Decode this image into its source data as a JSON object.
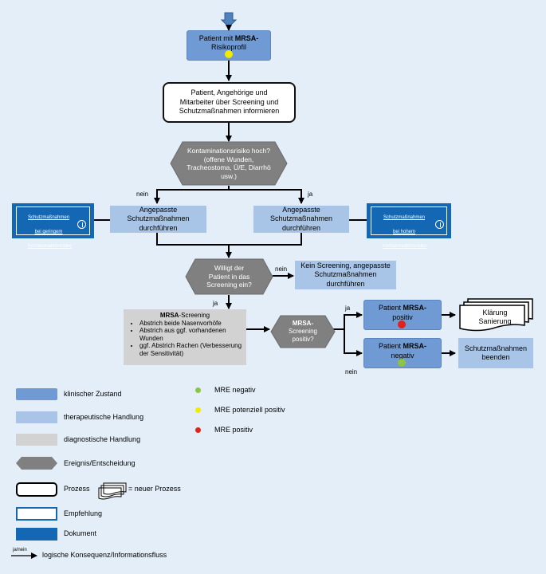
{
  "nodes": {
    "patient_risk": {
      "line1": "Patient mit ",
      "bold": "MRSA-",
      "line2": "Risikoprofil"
    },
    "inform": "Patient, Angehörige und Mitarbeiter über Screening und Schutzmaßnahmen informieren",
    "risk_decision": "Kontaminationsrisiko hoch? (offene Wunden, Tracheostoma, Ü/E, Diarrhö usw.)",
    "adapt_left": "Angepasste Schutzmaßnahmen durchführen",
    "adapt_right": "Angepasste Schutzmaßnahmen durchführen",
    "doc_left": "Schutzmaßnahmen bei geringem Kontaminationsrisiko",
    "doc_right": "Schutzmaßnahmen bei hohem Kontaminationsrisiko",
    "consent_decision": "Willigt der Patient in das Screening ein?",
    "no_screening": "Kein Screening, angepasste Schutzmaßnahmen durchführen",
    "screening": {
      "title_bold": "MRSA",
      "title_rest": "-Screening",
      "items": [
        "Abstrich beide Nasenvorhöfe",
        "Abstrich aus ggf. vorhandenen Wunden",
        "ggf. Abstrich Rachen (Verbesserung der Sensitivität)"
      ]
    },
    "screening_decision": {
      "bold": "MRSA-",
      "rest": "Screening positiv?"
    },
    "positive": {
      "line1": "Patient ",
      "bold": "MRSA-",
      "line2": "positiv"
    },
    "negative": {
      "line1": "Patient ",
      "bold": "MRSA-",
      "line2": "negativ"
    },
    "clarify": "Klärung Sanierung",
    "end_measures": "Schutzmaßnahmen beenden"
  },
  "edge_labels": {
    "risk_no": "nein",
    "risk_yes": "ja",
    "consent_no": "nein",
    "consent_yes": "ja",
    "screen_yes": "ja",
    "screen_no": "nein"
  },
  "legend": {
    "clinical": "klinischer Zustand",
    "therapeutic": "therapeutische Handlung",
    "diagnostic": "diagnostische Handlung",
    "event": "Ereignis/Entscheidung",
    "process": "Prozess",
    "new_process": "= neuer Prozess",
    "recommendation": "Empfehlung",
    "document": "Dokument",
    "arrow_label": "ja/nein",
    "arrow_text": "logische Konsequenz/Informationsfluss",
    "mre_negative": "MRE negativ",
    "mre_potential": "MRE potenziell positiv",
    "mre_positive": "MRE positiv"
  },
  "colors": {
    "clinical": "#6f9ad3",
    "therapeutic": "#a8c4e6",
    "diagnostic": "#d2d2d2",
    "decision": "#808080",
    "document": "#1467b3",
    "dot_green": "#8cc63f",
    "dot_yellow": "#f2ea00",
    "dot_red": "#e2231a",
    "start_arrow": "#4f81bd"
  }
}
